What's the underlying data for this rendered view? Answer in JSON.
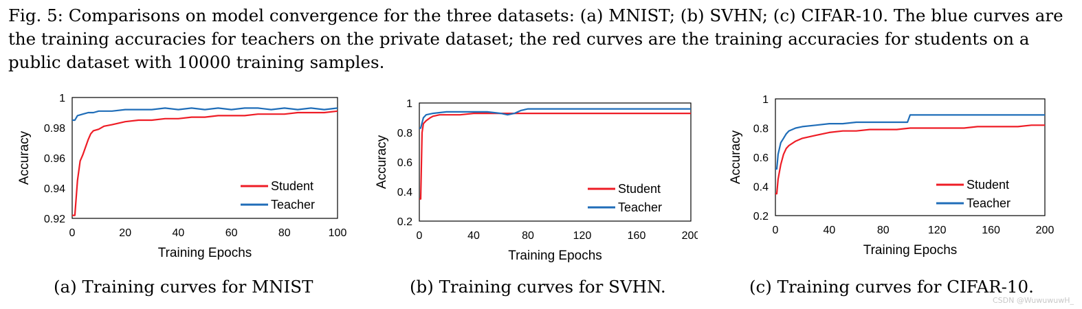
{
  "caption": {
    "text": "Fig. 5: Comparisons on model convergence for the three datasets: (a) MNIST; (b) SVHN; (c) CIFAR-10. The blue curves are the training accuracies for teachers on the private dataset; the red curves are the training accuracies for students on a public dataset with 10000 training samples."
  },
  "watermark": "CSDN @WuwuwuwH_",
  "colors": {
    "student": "#ee1c25",
    "teacher": "#1f6db8"
  },
  "chart_data": [
    {
      "type": "line",
      "subcaption": "(a) Training curves for MNIST",
      "xlabel": "Training Epochs",
      "ylabel": "Accuracy",
      "xlim": [
        0,
        100
      ],
      "ylim": [
        0.92,
        1
      ],
      "xticks": [
        0,
        20,
        40,
        60,
        80,
        100
      ],
      "yticks": [
        0.92,
        0.94,
        0.96,
        0.98,
        1
      ],
      "ytick_labels": [
        "0.92",
        "0.94",
        "0.96",
        "0.98",
        "1"
      ],
      "grid": false,
      "legend": "bottom-right",
      "series": [
        {
          "name": "Student",
          "color": "#ee1c25",
          "x": [
            0,
            1,
            2,
            3,
            4,
            5,
            6,
            7,
            8,
            10,
            12,
            15,
            20,
            25,
            30,
            35,
            40,
            45,
            50,
            55,
            60,
            65,
            70,
            75,
            80,
            85,
            90,
            95,
            100
          ],
          "y": [
            0.922,
            0.922,
            0.945,
            0.958,
            0.962,
            0.967,
            0.972,
            0.976,
            0.978,
            0.979,
            0.981,
            0.982,
            0.984,
            0.985,
            0.985,
            0.986,
            0.986,
            0.987,
            0.987,
            0.988,
            0.988,
            0.988,
            0.989,
            0.989,
            0.989,
            0.99,
            0.99,
            0.99,
            0.991
          ]
        },
        {
          "name": "Teacher",
          "color": "#1f6db8",
          "x": [
            0,
            1,
            2,
            4,
            6,
            8,
            10,
            15,
            20,
            25,
            30,
            35,
            40,
            45,
            50,
            55,
            60,
            65,
            70,
            75,
            80,
            85,
            90,
            95,
            100
          ],
          "y": [
            0.985,
            0.985,
            0.988,
            0.989,
            0.99,
            0.99,
            0.991,
            0.991,
            0.992,
            0.992,
            0.992,
            0.993,
            0.992,
            0.993,
            0.992,
            0.993,
            0.992,
            0.993,
            0.993,
            0.992,
            0.993,
            0.992,
            0.993,
            0.992,
            0.993
          ]
        }
      ]
    },
    {
      "type": "line",
      "subcaption": "(b) Training curves for SVHN.",
      "xlabel": "Training Epochs",
      "ylabel": "Accuracy",
      "xlim": [
        0,
        200
      ],
      "ylim": [
        0.2,
        1
      ],
      "xticks": [
        0,
        40,
        80,
        120,
        160,
        200
      ],
      "yticks": [
        0.2,
        0.4,
        0.6,
        0.8,
        1
      ],
      "ytick_labels": [
        "0.2",
        "0.4",
        "0.6",
        "0.8",
        "1"
      ],
      "grid": false,
      "legend": "bottom-right",
      "series": [
        {
          "name": "Student",
          "color": "#ee1c25",
          "x": [
            0,
            1,
            2,
            3,
            5,
            8,
            10,
            15,
            20,
            30,
            40,
            60,
            80,
            100,
            120,
            140,
            160,
            180,
            200
          ],
          "y": [
            0.35,
            0.35,
            0.8,
            0.86,
            0.88,
            0.9,
            0.91,
            0.92,
            0.92,
            0.92,
            0.93,
            0.93,
            0.93,
            0.93,
            0.93,
            0.93,
            0.93,
            0.93,
            0.93
          ]
        },
        {
          "name": "Teacher",
          "color": "#1f6db8",
          "x": [
            0,
            1,
            3,
            5,
            10,
            20,
            30,
            40,
            50,
            60,
            65,
            70,
            75,
            80,
            100,
            120,
            140,
            160,
            180,
            200
          ],
          "y": [
            0.83,
            0.83,
            0.9,
            0.92,
            0.93,
            0.94,
            0.94,
            0.94,
            0.94,
            0.93,
            0.92,
            0.93,
            0.95,
            0.96,
            0.96,
            0.96,
            0.96,
            0.96,
            0.96,
            0.96
          ]
        }
      ]
    },
    {
      "type": "line",
      "subcaption": "(c) Training curves for CIFAR-10.",
      "xlabel": "Training Epochs",
      "ylabel": "Accuracy",
      "xlim": [
        0,
        200
      ],
      "ylim": [
        0.2,
        1
      ],
      "xticks": [
        0,
        40,
        80,
        120,
        160,
        200
      ],
      "yticks": [
        0.2,
        0.4,
        0.6,
        0.8,
        1
      ],
      "ytick_labels": [
        "0.2",
        "0.4",
        "0.6",
        "0.8",
        "1"
      ],
      "grid": false,
      "legend": "bottom-right",
      "series": [
        {
          "name": "Student",
          "color": "#ee1c25",
          "x": [
            0,
            1,
            2,
            4,
            6,
            8,
            10,
            15,
            20,
            30,
            40,
            50,
            60,
            70,
            80,
            90,
            100,
            110,
            120,
            130,
            140,
            150,
            160,
            170,
            180,
            190,
            200
          ],
          "y": [
            0.35,
            0.35,
            0.45,
            0.55,
            0.62,
            0.66,
            0.68,
            0.71,
            0.73,
            0.75,
            0.77,
            0.78,
            0.78,
            0.79,
            0.79,
            0.79,
            0.8,
            0.8,
            0.8,
            0.8,
            0.8,
            0.81,
            0.81,
            0.81,
            0.81,
            0.82,
            0.82
          ]
        },
        {
          "name": "Teacher",
          "color": "#1f6db8",
          "x": [
            0,
            1,
            2,
            4,
            6,
            8,
            10,
            15,
            20,
            30,
            40,
            50,
            60,
            70,
            80,
            90,
            98,
            100,
            102,
            120,
            140,
            160,
            180,
            200
          ],
          "y": [
            0.52,
            0.52,
            0.62,
            0.7,
            0.73,
            0.76,
            0.78,
            0.8,
            0.81,
            0.82,
            0.83,
            0.83,
            0.84,
            0.84,
            0.84,
            0.84,
            0.84,
            0.89,
            0.89,
            0.89,
            0.89,
            0.89,
            0.89,
            0.89
          ]
        }
      ]
    }
  ]
}
